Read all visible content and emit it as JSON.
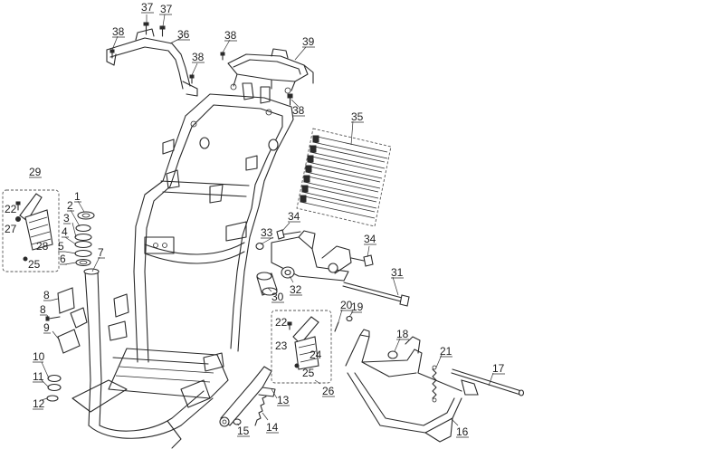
{
  "diagram": {
    "type": "exploded-parts-diagram",
    "callouts": [
      {
        "id": "c1",
        "label": "1"
      },
      {
        "id": "c2",
        "label": "2"
      },
      {
        "id": "c3",
        "label": "3"
      },
      {
        "id": "c4",
        "label": "4"
      },
      {
        "id": "c5",
        "label": "5"
      },
      {
        "id": "c6",
        "label": "6"
      },
      {
        "id": "c7",
        "label": "7"
      },
      {
        "id": "c8a",
        "label": "8"
      },
      {
        "id": "c8b",
        "label": "8"
      },
      {
        "id": "c9",
        "label": "9"
      },
      {
        "id": "c10",
        "label": "10"
      },
      {
        "id": "c11",
        "label": "11"
      },
      {
        "id": "c12",
        "label": "12"
      },
      {
        "id": "c13",
        "label": "13"
      },
      {
        "id": "c14",
        "label": "14"
      },
      {
        "id": "c15",
        "label": "15"
      },
      {
        "id": "c16",
        "label": "16"
      },
      {
        "id": "c17",
        "label": "17"
      },
      {
        "id": "c18",
        "label": "18"
      },
      {
        "id": "c19",
        "label": "19"
      },
      {
        "id": "c20",
        "label": "20"
      },
      {
        "id": "c21",
        "label": "21"
      },
      {
        "id": "c22a",
        "label": "22"
      },
      {
        "id": "c22b",
        "label": "22"
      },
      {
        "id": "c23",
        "label": "23"
      },
      {
        "id": "c24",
        "label": "24"
      },
      {
        "id": "c25a",
        "label": "25"
      },
      {
        "id": "c25b",
        "label": "25"
      },
      {
        "id": "c26",
        "label": "26"
      },
      {
        "id": "c27",
        "label": "27"
      },
      {
        "id": "c28",
        "label": "28"
      },
      {
        "id": "c29",
        "label": "29"
      },
      {
        "id": "c30",
        "label": "30"
      },
      {
        "id": "c31",
        "label": "31"
      },
      {
        "id": "c32",
        "label": "32"
      },
      {
        "id": "c33",
        "label": "33"
      },
      {
        "id": "c34a",
        "label": "34"
      },
      {
        "id": "c34b",
        "label": "34"
      },
      {
        "id": "c35",
        "label": "35"
      },
      {
        "id": "c36",
        "label": "36"
      },
      {
        "id": "c37a",
        "label": "37"
      },
      {
        "id": "c37b",
        "label": "37"
      },
      {
        "id": "c38a",
        "label": "38"
      },
      {
        "id": "c38b",
        "label": "38"
      },
      {
        "id": "c38c",
        "label": "38"
      },
      {
        "id": "c38d",
        "label": "38"
      },
      {
        "id": "c39",
        "label": "39"
      }
    ]
  }
}
